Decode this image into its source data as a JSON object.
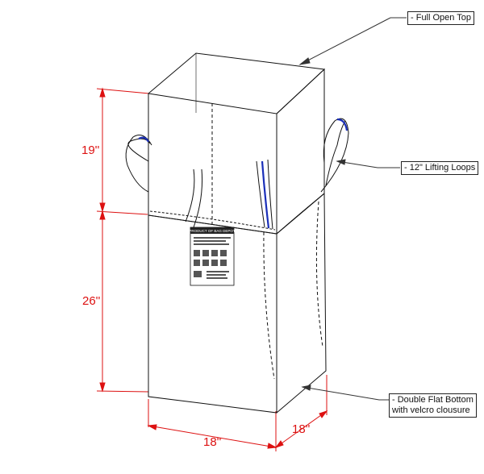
{
  "callouts": {
    "top": "- Full Open Top",
    "loops": "- 12\" Lifting Loops",
    "bottom_line1": "- Double Flat Bottom",
    "bottom_line2": "with velcro clousure"
  },
  "dimensions": {
    "upper_height": "19''",
    "lower_height": "26''",
    "front_width": "18''",
    "side_depth": "18''"
  },
  "tag": {
    "header": "PRODUCT OF BAG DEPOT"
  },
  "colors": {
    "outline": "#111111",
    "dimension": "#dd1111",
    "loop_stripe": "#1a2fb8"
  }
}
